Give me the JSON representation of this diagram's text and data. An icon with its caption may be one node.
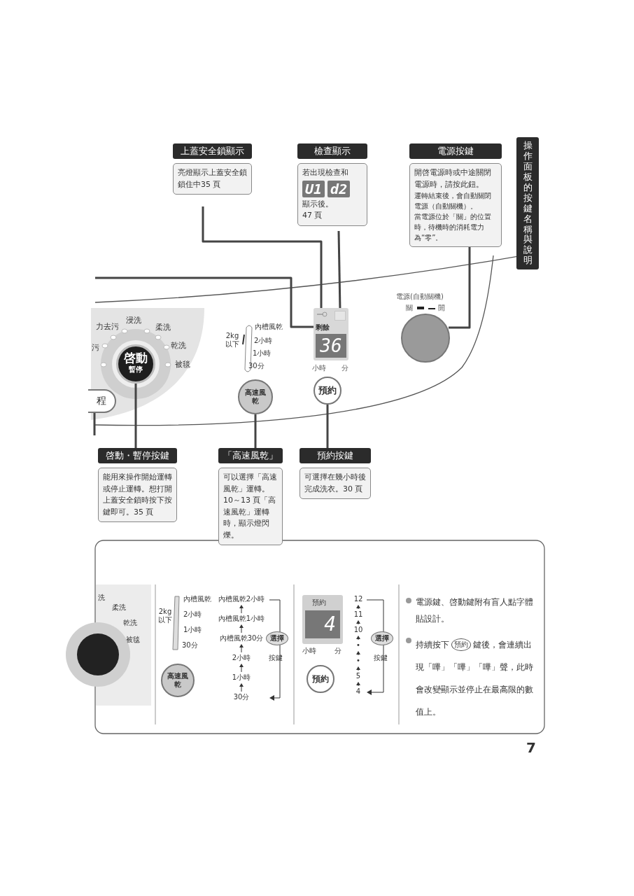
{
  "diagram": {
    "nodes": [
      {
        "text": [
          "上蓋安全鎖顯示",
          "亮燈顯示上蓋安全鎖鎖住中35 頁"
        ]
      },
      {
        "text": [
          "檢查顯示",
          "若出現檢查和",
          "U1",
          "d2",
          "顯示後。",
          "47 頁"
        ]
      },
      {
        "text": [
          "電源按鍵",
          "開啓電源時或中途關閉電源時，請按此鈕。",
          "運轉結束後，會自動關閉電源（自動關機）。",
          "當電源位於「關」的位置時，待機時的消耗電力為“零”。"
        ]
      },
      {
        "text": [
          "剩餘",
          "36"
        ],
        "beside": [
          "小時",
          "分"
        ]
      },
      {
        "text": [],
        "shape": "picture",
        "in": 3
      },
      {
        "text": [],
        "shape": "box",
        "in": 3
      },
      {
        "text": [],
        "shape": "circle",
        "beside": [
          "電源(自動關機)",
          "關",
          "開"
        ]
      },
      {
        "text": [
          "啓動",
          "暫停"
        ]
      },
      {
        "text": [
          "高速風乾"
        ]
      },
      {
        "text": [
          "預約"
        ]
      },
      {
        "text": [
          "啓動・暫停按鍵",
          "能用來操作開始運轉或停止運轉。想打開上蓋安全鎖時按下按鍵即可。35 頁"
        ]
      },
      {
        "text": [
          "「高速風乾」",
          "可以選擇「高速風乾」運轉。10～13 頁「高速風乾」運轉時，顯示燈閃爍。"
        ]
      },
      {
        "text": [
          "預約按鍵",
          "可選擇在幾小時後完成洗衣。30 頁"
        ]
      },
      {
        "text": [
          "程"
        ]
      },
      {
        "text": [
          "高速風乾"
        ]
      },
      {
        "text": [
          "預約"
        ]
      }
    ],
    "edges": [
      {
        "from": 0,
        "to": 4,
        "arrow": "none"
      },
      {
        "from": 1,
        "to": 5,
        "arrow": "none"
      },
      {
        "from": 2,
        "to": 6,
        "arrow": "none"
      },
      {
        "from": null,
        "to": 3,
        "arrow": "none"
      },
      {
        "from": 13,
        "to": null,
        "arrow": "none"
      },
      {
        "from": 10,
        "to": 7,
        "arrow": "none"
      },
      {
        "from": 11,
        "to": 8,
        "arrow": "none"
      },
      {
        "from": 12,
        "to": 9,
        "arrow": "none"
      }
    ],
    "labels": [
      "操作面板的按鍵名稱與說明",
      "力去污",
      "浸洗",
      "柔洗",
      "污",
      "乾洗",
      "被毯",
      "2kg以下",
      "內槽風乾",
      "2小時",
      "1小時",
      "30分",
      "洗",
      "柔洗",
      "乾洗",
      "被毯",
      "2kg以下",
      "內槽風乾",
      "2小時",
      "1小時",
      "30分",
      "內槽風乾2小時",
      "內槽風乾1小時",
      "內槽風乾30分",
      "2小時",
      "1小時",
      "30分",
      "選擇",
      "按鍵",
      "預約",
      "4",
      "小時",
      "分",
      "12",
      "11",
      "10",
      "•",
      "•",
      "5",
      "4",
      "選擇",
      "按鍵",
      "電源鍵、啓動鍵附有盲人點字體貼設計。",
      "持續按下",
      "預約",
      "鍵後，會連續出現「嗶」「嗶」「嗶」聲，此時會改變顯示並停止在最高限的數值上。",
      "7"
    ]
  }
}
